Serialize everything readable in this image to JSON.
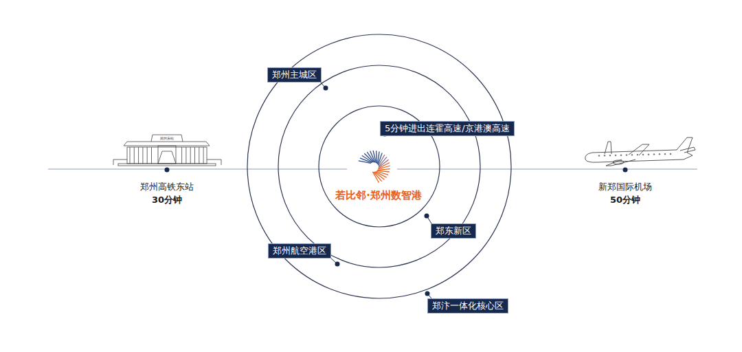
{
  "diagram": {
    "nodes": [
      {
        "text": [
          "郑州主城区"
        ]
      },
      {
        "text": [
          "5分钟进出连霍高速/京港澳高速"
        ]
      },
      {
        "text": [
          "郑东新区"
        ]
      },
      {
        "text": [
          "郑州航空港区"
        ]
      },
      {
        "text": [
          "郑汴一体化核心区"
        ]
      }
    ],
    "labels": [
      "郑州东站",
      "郑州高铁东站",
      "30分钟",
      "若比邻·郑州数智港",
      "新郑国际机场",
      "50分钟"
    ]
  }
}
